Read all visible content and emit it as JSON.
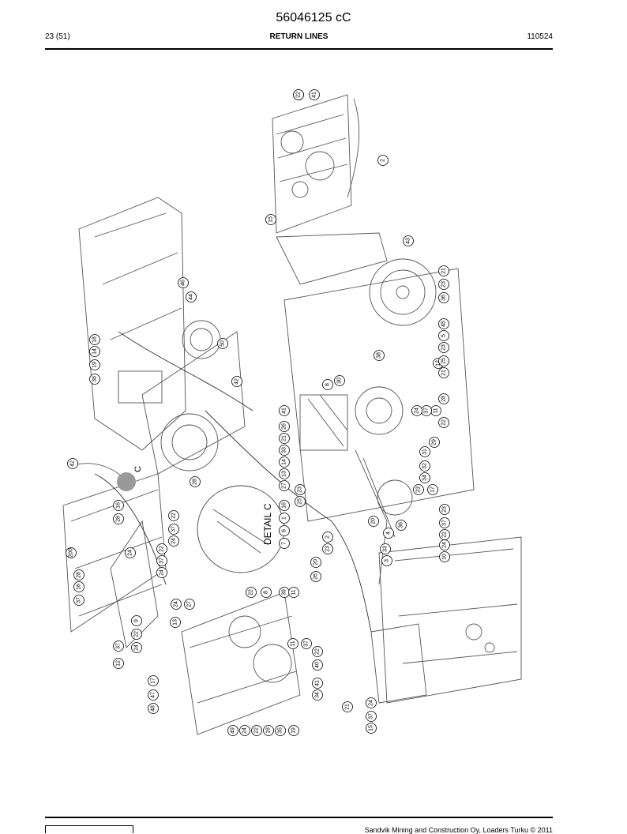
{
  "header": {
    "doc_number": "56046125 cC",
    "page": "23 (51)",
    "section": "RETURN LINES",
    "revision": "110524"
  },
  "drawing": {
    "detail_label": "DETAIL C",
    "callout_letter": "C",
    "callouts": [
      "40",
      "41",
      "2",
      "15",
      "43",
      "21",
      "23",
      "36",
      "45",
      "5",
      "23",
      "12",
      "25",
      "21",
      "28",
      "11",
      "37",
      "24",
      "22",
      "29",
      "31",
      "32",
      "34",
      "23",
      "17",
      "23",
      "37",
      "22",
      "24",
      "10",
      "36",
      "4",
      "20",
      "33",
      "3",
      "38",
      "8",
      "30",
      "41",
      "26",
      "21",
      "33",
      "14",
      "13",
      "27",
      "23",
      "25",
      "16",
      "1",
      "6",
      "7",
      "2",
      "23",
      "20",
      "26",
      "46",
      "44",
      "50",
      "18",
      "14",
      "19",
      "38",
      "42",
      "42",
      "28",
      "16",
      "28",
      "22",
      "37",
      "24",
      "22",
      "37",
      "24",
      "200",
      "28",
      "16",
      "37",
      "24",
      "22",
      "8",
      "39",
      "11",
      "24",
      "27",
      "13",
      "9",
      "22",
      "24",
      "37",
      "12",
      "11",
      "37",
      "22",
      "40",
      "41",
      "34",
      "17",
      "47",
      "48",
      "49",
      "24",
      "22",
      "18",
      "35",
      "19",
      "21",
      "15",
      "37",
      "24",
      "22"
    ]
  },
  "footer": {
    "text": "Sandvik Mining and Construction Oy, Loaders Turku © 2011"
  }
}
